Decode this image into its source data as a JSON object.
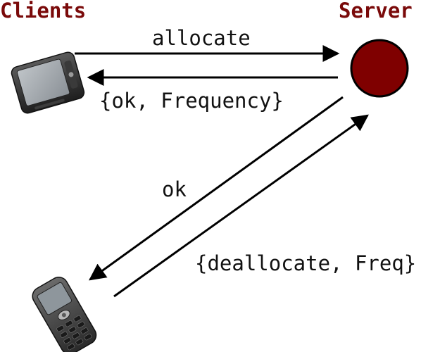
{
  "labels": {
    "clients": "Clients",
    "server": "Server"
  },
  "messages": {
    "allocate": "allocate",
    "ok_frequency": "{ok, Frequency}",
    "ok": "ok",
    "deallocate": "{deallocate, Freq}"
  },
  "colors": {
    "server_node": "#7f0000",
    "heading_text": "#7a0a0a",
    "arrow": "#000000"
  },
  "icons": {
    "client_top": "smartphone-icon",
    "client_bottom": "mobile-phone-icon",
    "server": "server-node-icon"
  }
}
